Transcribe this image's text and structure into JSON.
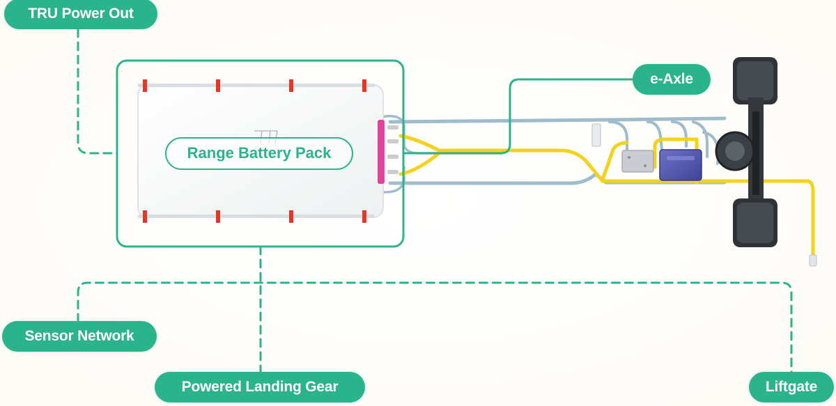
{
  "labels": {
    "tru_power_out": "TRU Power Out",
    "e_axle": "e-Axle",
    "range_battery_pack": "Range Battery Pack",
    "sensor_network": "Sensor Network",
    "powered_landing_gear": "Powered Landing Gear",
    "liftgate": "Liftgate"
  },
  "colors": {
    "accent": "#2bb38c",
    "background": "#fdfcf7",
    "hv_cable": "#f5d21d",
    "coolant_line": "#9fbccd",
    "battery_connector": "#e0449a",
    "mount_bracket": "#e8352a",
    "motor_module": "#5a5fb5",
    "axle": "#2f3337"
  }
}
